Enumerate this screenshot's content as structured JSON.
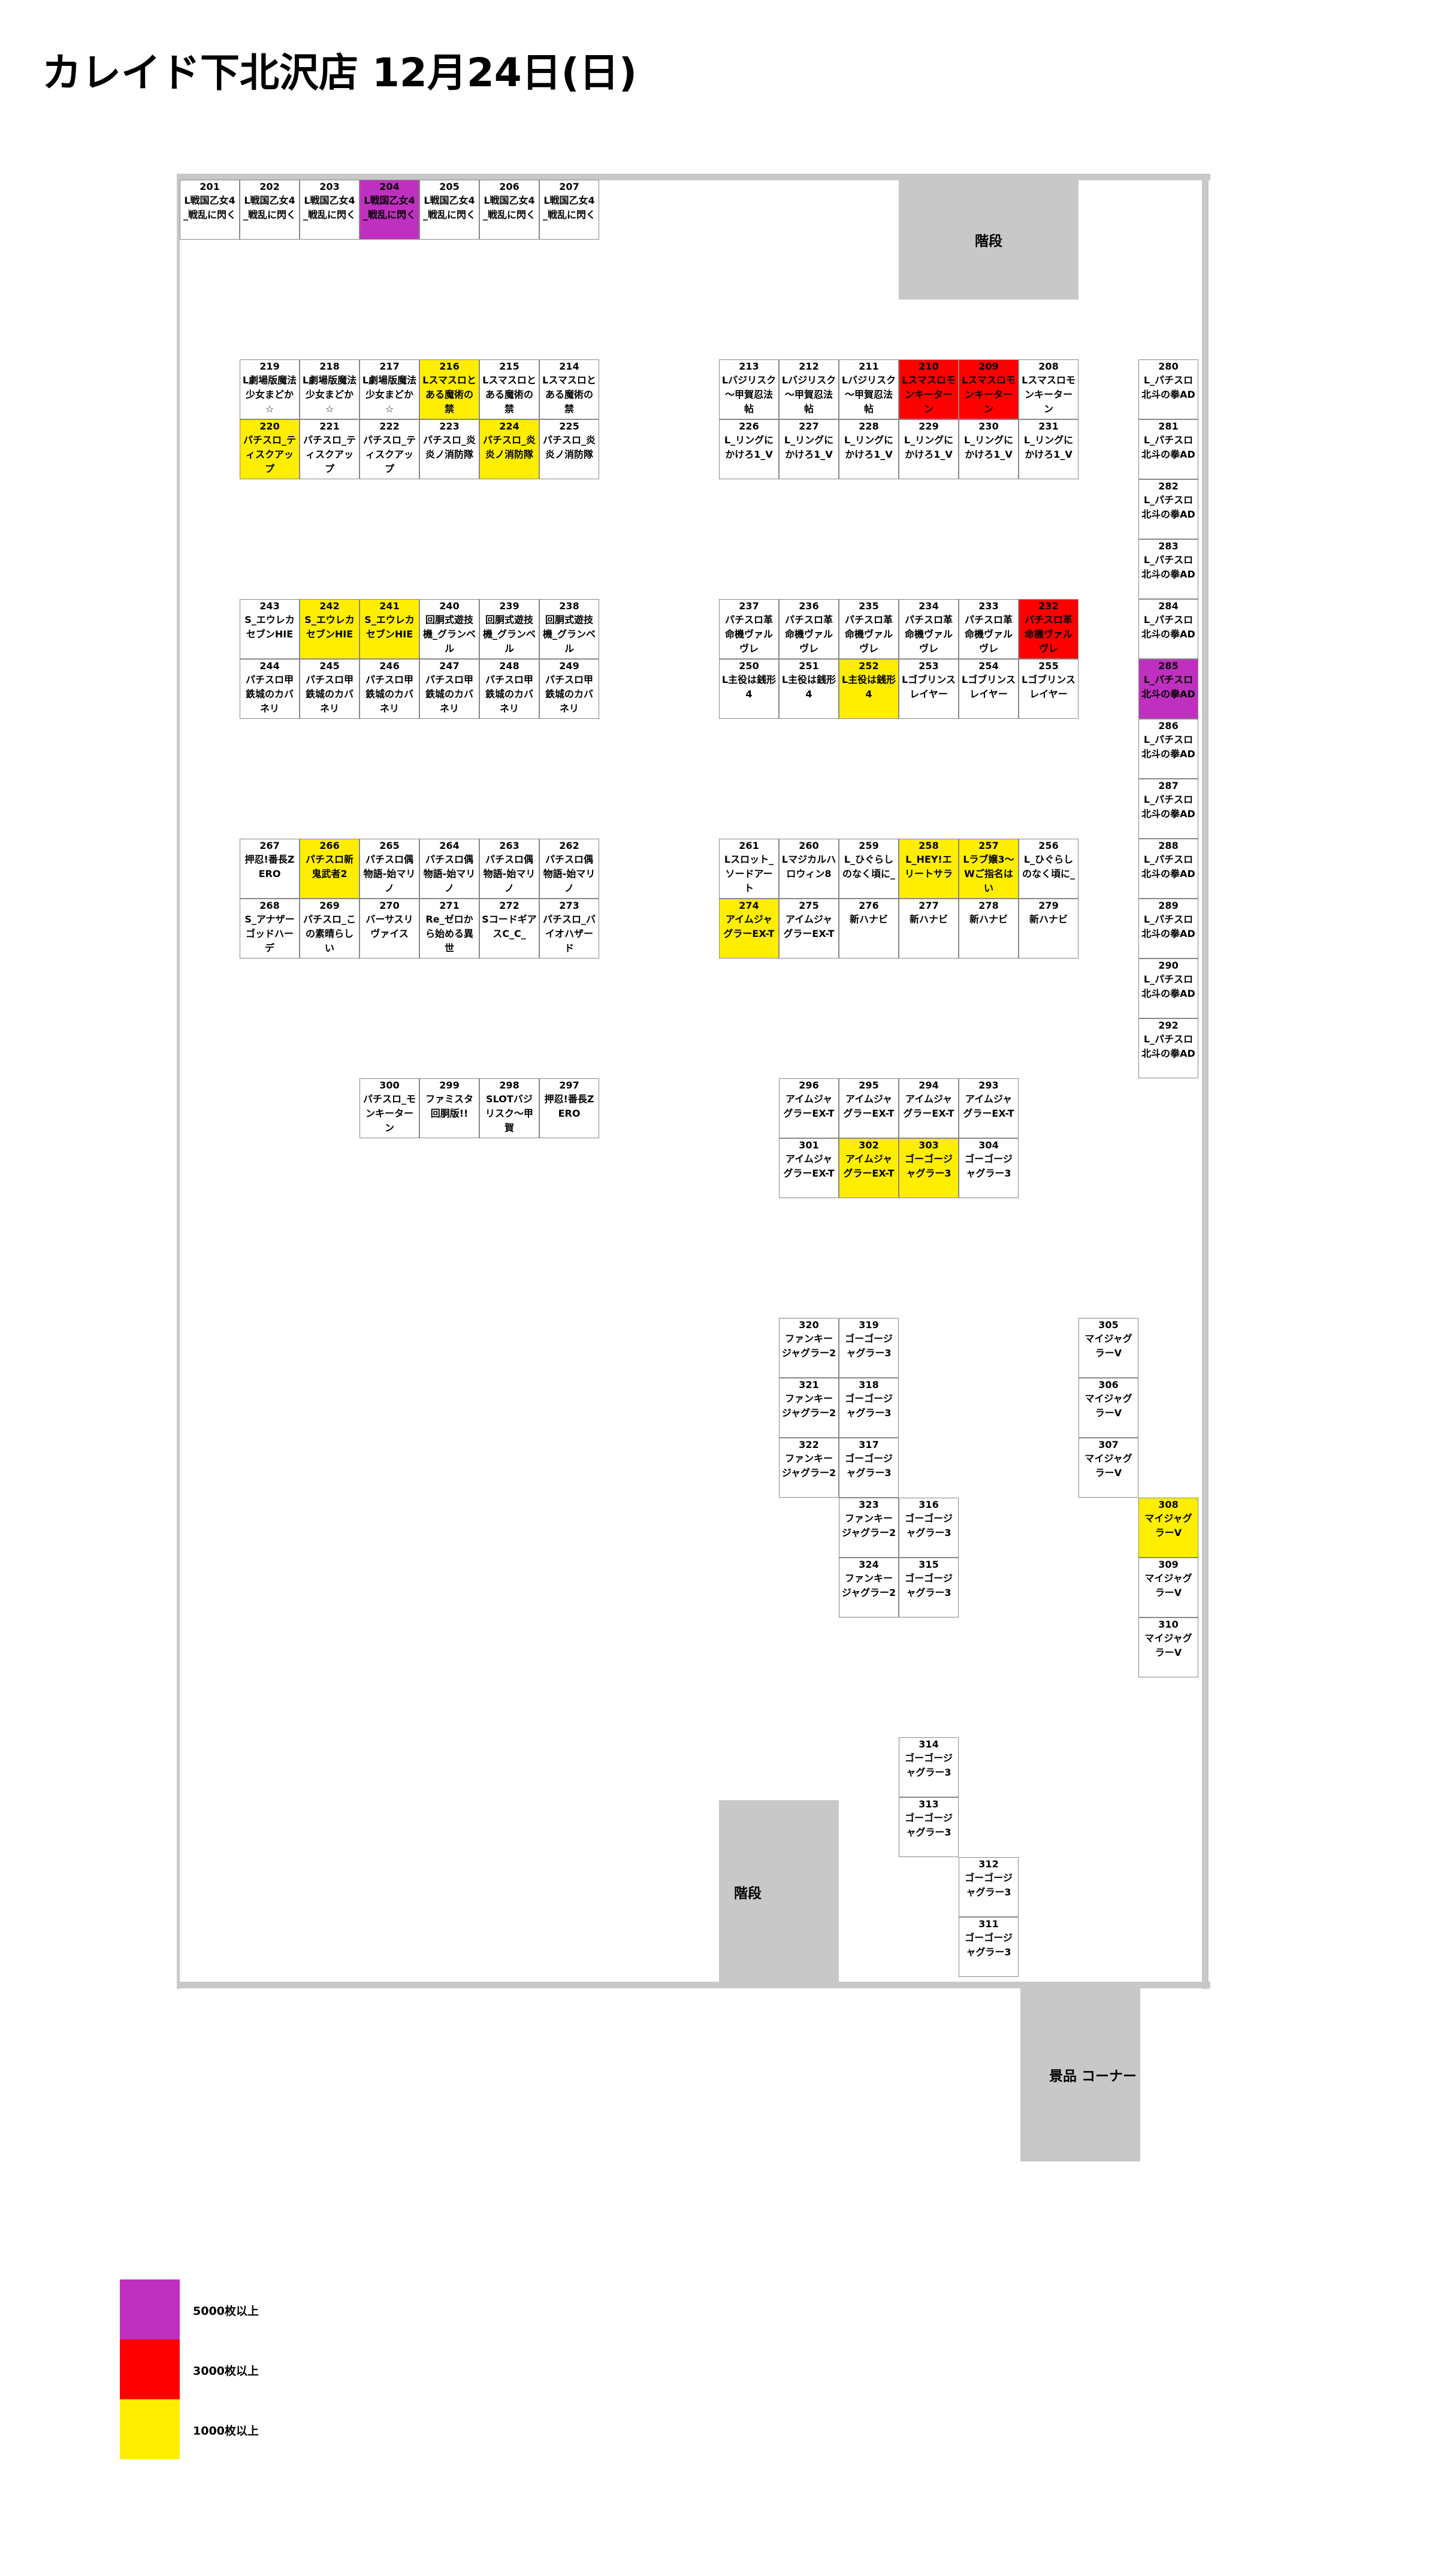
{
  "title": "カレイド下北沢店 12月24日(日)",
  "colors": {
    "yellow": "#ffee00",
    "red": "#ff0000",
    "purple": "#c030c0",
    "wall": "#c8c8c8"
  },
  "areas": {
    "stairs_top": "階段",
    "stairs_bottom": "階段",
    "prize_corner": "景品 コーナー"
  },
  "legend": [
    {
      "label": "5000枚以上",
      "color": "#c030c0"
    },
    {
      "label": "3000枚以上",
      "color": "#ff0000"
    },
    {
      "label": "1000枚以上",
      "color": "#ffee00"
    }
  ],
  "machines": [
    {
      "no": "201",
      "name": "L戦国乙女4_戦乱に閃く",
      "tier": ""
    },
    {
      "no": "202",
      "name": "L戦国乙女4_戦乱に閃く",
      "tier": ""
    },
    {
      "no": "203",
      "name": "L戦国乙女4_戦乱に閃く",
      "tier": ""
    },
    {
      "no": "204",
      "name": "L戦国乙女4_戦乱に閃く",
      "tier": "purple"
    },
    {
      "no": "205",
      "name": "L戦国乙女4_戦乱に閃く",
      "tier": ""
    },
    {
      "no": "206",
      "name": "L戦国乙女4_戦乱に閃く",
      "tier": ""
    },
    {
      "no": "207",
      "name": "L戦国乙女4_戦乱に閃く",
      "tier": ""
    },
    {
      "no": "219",
      "name": "L劇場版魔法少女まどか☆",
      "tier": ""
    },
    {
      "no": "218",
      "name": "L劇場版魔法少女まどか☆",
      "tier": ""
    },
    {
      "no": "217",
      "name": "L劇場版魔法少女まどか☆",
      "tier": ""
    },
    {
      "no": "216",
      "name": "Lスマスロとある魔術の禁",
      "tier": "yellow"
    },
    {
      "no": "215",
      "name": "Lスマスロとある魔術の禁",
      "tier": ""
    },
    {
      "no": "214",
      "name": "Lスマスロとある魔術の禁",
      "tier": ""
    },
    {
      "no": "220",
      "name": "パチスロ_ティスクアップ",
      "tier": "yellow"
    },
    {
      "no": "221",
      "name": "パチスロ_ティスクアップ",
      "tier": ""
    },
    {
      "no": "222",
      "name": "パチスロ_ティスクアップ",
      "tier": ""
    },
    {
      "no": "223",
      "name": "パチスロ_炎炎ノ消防隊",
      "tier": ""
    },
    {
      "no": "224",
      "name": "パチスロ_炎炎ノ消防隊",
      "tier": "yellow"
    },
    {
      "no": "225",
      "name": "パチスロ_炎炎ノ消防隊",
      "tier": ""
    },
    {
      "no": "213",
      "name": "Lバジリスク～甲賀忍法帖",
      "tier": ""
    },
    {
      "no": "212",
      "name": "Lバジリスク～甲賀忍法帖",
      "tier": ""
    },
    {
      "no": "211",
      "name": "Lバジリスク～甲賀忍法帖",
      "tier": ""
    },
    {
      "no": "210",
      "name": "Lスマスロモンキーターン",
      "tier": "red"
    },
    {
      "no": "209",
      "name": "Lスマスロモンキーターン",
      "tier": "red"
    },
    {
      "no": "208",
      "name": "Lスマスロモンキーターン",
      "tier": ""
    },
    {
      "no": "226",
      "name": "L_リングにかけろ1_V",
      "tier": ""
    },
    {
      "no": "227",
      "name": "L_リングにかけろ1_V",
      "tier": ""
    },
    {
      "no": "228",
      "name": "L_リングにかけろ1_V",
      "tier": ""
    },
    {
      "no": "229",
      "name": "L_リングにかけろ1_V",
      "tier": ""
    },
    {
      "no": "230",
      "name": "L_リングにかけろ1_V",
      "tier": ""
    },
    {
      "no": "231",
      "name": "L_リングにかけろ1_V",
      "tier": ""
    },
    {
      "no": "243",
      "name": "S_エウレカセブンHIE",
      "tier": ""
    },
    {
      "no": "242",
      "name": "S_エウレカセブンHIE",
      "tier": "yellow"
    },
    {
      "no": "241",
      "name": "S_エウレカセブンHIE",
      "tier": "yellow"
    },
    {
      "no": "240",
      "name": "回胴式遊技機_グランベル",
      "tier": ""
    },
    {
      "no": "239",
      "name": "回胴式遊技機_グランベル",
      "tier": ""
    },
    {
      "no": "238",
      "name": "回胴式遊技機_グランベル",
      "tier": ""
    },
    {
      "no": "244",
      "name": "パチスロ甲鉄城のカバネリ",
      "tier": ""
    },
    {
      "no": "245",
      "name": "パチスロ甲鉄城のカバネリ",
      "tier": ""
    },
    {
      "no": "246",
      "name": "パチスロ甲鉄城のカバネリ",
      "tier": ""
    },
    {
      "no": "247",
      "name": "パチスロ甲鉄城のカバネリ",
      "tier": ""
    },
    {
      "no": "248",
      "name": "パチスロ甲鉄城のカバネリ",
      "tier": ""
    },
    {
      "no": "249",
      "name": "パチスロ甲鉄城のカバネリ",
      "tier": ""
    },
    {
      "no": "237",
      "name": "パチスロ革命機ヴァルヴレ",
      "tier": ""
    },
    {
      "no": "236",
      "name": "パチスロ革命機ヴァルヴレ",
      "tier": ""
    },
    {
      "no": "235",
      "name": "パチスロ革命機ヴァルヴレ",
      "tier": ""
    },
    {
      "no": "234",
      "name": "パチスロ革命機ヴァルヴレ",
      "tier": ""
    },
    {
      "no": "233",
      "name": "パチスロ革命機ヴァルヴレ",
      "tier": ""
    },
    {
      "no": "232",
      "name": "パチスロ革命機ヴァルヴレ",
      "tier": "red"
    },
    {
      "no": "250",
      "name": "L主役は銭形4",
      "tier": ""
    },
    {
      "no": "251",
      "name": "L主役は銭形4",
      "tier": ""
    },
    {
      "no": "252",
      "name": "L主役は銭形4",
      "tier": "yellow"
    },
    {
      "no": "253",
      "name": "Lゴブリンスレイヤー",
      "tier": ""
    },
    {
      "no": "254",
      "name": "Lゴブリンスレイヤー",
      "tier": ""
    },
    {
      "no": "255",
      "name": "Lゴブリンスレイヤー",
      "tier": ""
    },
    {
      "no": "267",
      "name": "押忍!番長ZERO",
      "tier": ""
    },
    {
      "no": "266",
      "name": "パチスロ新鬼武者2",
      "tier": "yellow"
    },
    {
      "no": "265",
      "name": "パチスロ偶物語-始マリノ",
      "tier": ""
    },
    {
      "no": "264",
      "name": "パチスロ偶物語-始マリノ",
      "tier": ""
    },
    {
      "no": "263",
      "name": "パチスロ偶物語-始マリノ",
      "tier": ""
    },
    {
      "no": "262",
      "name": "パチスロ偶物語-始マリノ",
      "tier": ""
    },
    {
      "no": "268",
      "name": "S_アナザーゴッドハーデ",
      "tier": ""
    },
    {
      "no": "269",
      "name": "パチスロ_この素晴らしい",
      "tier": ""
    },
    {
      "no": "270",
      "name": "バーサスリヴァイス",
      "tier": ""
    },
    {
      "no": "271",
      "name": "Re_ゼロから始める異世",
      "tier": ""
    },
    {
      "no": "272",
      "name": "SコードギアスC_C_",
      "tier": ""
    },
    {
      "no": "273",
      "name": "パチスロ_バイオハザード",
      "tier": ""
    },
    {
      "no": "261",
      "name": "Lスロット_ソードアート",
      "tier": ""
    },
    {
      "no": "260",
      "name": "Lマジカルハロウィン8",
      "tier": ""
    },
    {
      "no": "259",
      "name": "L_ひぐらしのなく頃に_",
      "tier": ""
    },
    {
      "no": "258",
      "name": "L_HEY!エリートサラ",
      "tier": "yellow"
    },
    {
      "no": "257",
      "name": "Lラブ嬢3～Wご指名はい",
      "tier": "yellow"
    },
    {
      "no": "256",
      "name": "L_ひぐらしのなく頃に_",
      "tier": ""
    },
    {
      "no": "274",
      "name": "アイムジャグラーEX-T",
      "tier": "yellow"
    },
    {
      "no": "275",
      "name": "アイムジャグラーEX-T",
      "tier": ""
    },
    {
      "no": "276",
      "name": "新ハナビ",
      "tier": ""
    },
    {
      "no": "277",
      "name": "新ハナビ",
      "tier": ""
    },
    {
      "no": "278",
      "name": "新ハナビ",
      "tier": ""
    },
    {
      "no": "279",
      "name": "新ハナビ",
      "tier": ""
    },
    {
      "no": "300",
      "name": "パチスロ_モンキーターン",
      "tier": ""
    },
    {
      "no": "299",
      "name": "ファミスタ回胴版!!",
      "tier": ""
    },
    {
      "no": "298",
      "name": "SLOTバジリスク～甲賀",
      "tier": ""
    },
    {
      "no": "297",
      "name": "押忍!番長ZERO",
      "tier": ""
    },
    {
      "no": "296",
      "name": "アイムジャグラーEX-T",
      "tier": ""
    },
    {
      "no": "295",
      "name": "アイムジャグラーEX-T",
      "tier": ""
    },
    {
      "no": "294",
      "name": "アイムジャグラーEX-T",
      "tier": ""
    },
    {
      "no": "293",
      "name": "アイムジャグラーEX-T",
      "tier": ""
    },
    {
      "no": "301",
      "name": "アイムジャグラーEX-T",
      "tier": ""
    },
    {
      "no": "302",
      "name": "アイムジャグラーEX-T",
      "tier": "yellow"
    },
    {
      "no": "303",
      "name": "ゴーゴージャグラー3",
      "tier": "yellow"
    },
    {
      "no": "304",
      "name": "ゴーゴージャグラー3",
      "tier": ""
    },
    {
      "no": "280",
      "name": "L_パチスロ北斗の拳AD",
      "tier": ""
    },
    {
      "no": "281",
      "name": "L_パチスロ北斗の拳AD",
      "tier": ""
    },
    {
      "no": "282",
      "name": "L_パチスロ北斗の拳AD",
      "tier": ""
    },
    {
      "no": "283",
      "name": "L_パチスロ北斗の拳AD",
      "tier": ""
    },
    {
      "no": "284",
      "name": "L_パチスロ北斗の拳AD",
      "tier": ""
    },
    {
      "no": "285",
      "name": "L_パチスロ北斗の拳AD",
      "tier": "purple"
    },
    {
      "no": "286",
      "name": "L_パチスロ北斗の拳AD",
      "tier": ""
    },
    {
      "no": "287",
      "name": "L_パチスロ北斗の拳AD",
      "tier": ""
    },
    {
      "no": "288",
      "name": "L_パチスロ北斗の拳AD",
      "tier": ""
    },
    {
      "no": "289",
      "name": "L_パチスロ北斗の拳AD",
      "tier": ""
    },
    {
      "no": "290",
      "name": "L_パチスロ北斗の拳AD",
      "tier": ""
    },
    {
      "no": "292",
      "name": "L_パチスロ北斗の拳AD",
      "tier": ""
    },
    {
      "no": "320",
      "name": "ファンキージャグラー2",
      "tier": ""
    },
    {
      "no": "319",
      "name": "ゴーゴージャグラー3",
      "tier": ""
    },
    {
      "no": "321",
      "name": "ファンキージャグラー2",
      "tier": ""
    },
    {
      "no": "318",
      "name": "ゴーゴージャグラー3",
      "tier": ""
    },
    {
      "no": "322",
      "name": "ファンキージャグラー2",
      "tier": ""
    },
    {
      "no": "317",
      "name": "ゴーゴージャグラー3",
      "tier": ""
    },
    {
      "no": "323",
      "name": "ファンキージャグラー2",
      "tier": ""
    },
    {
      "no": "316",
      "name": "ゴーゴージャグラー3",
      "tier": ""
    },
    {
      "no": "324",
      "name": "ファンキージャグラー2",
      "tier": ""
    },
    {
      "no": "315",
      "name": "ゴーゴージャグラー3",
      "tier": ""
    },
    {
      "no": "305",
      "name": "マイジャグラーV",
      "tier": ""
    },
    {
      "no": "306",
      "name": "マイジャグラーV",
      "tier": ""
    },
    {
      "no": "307",
      "name": "マイジャグラーV",
      "tier": ""
    },
    {
      "no": "308",
      "name": "マイジャグラーV",
      "tier": "yellow"
    },
    {
      "no": "309",
      "name": "マイジャグラーV",
      "tier": ""
    },
    {
      "no": "310",
      "name": "マイジャグラーV",
      "tier": ""
    },
    {
      "no": "314",
      "name": "ゴーゴージャグラー3",
      "tier": ""
    },
    {
      "no": "313",
      "name": "ゴーゴージャグラー3",
      "tier": ""
    },
    {
      "no": "312",
      "name": "ゴーゴージャグラー3",
      "tier": ""
    },
    {
      "no": "311",
      "name": "ゴーゴージャグラー3",
      "tier": ""
    }
  ]
}
